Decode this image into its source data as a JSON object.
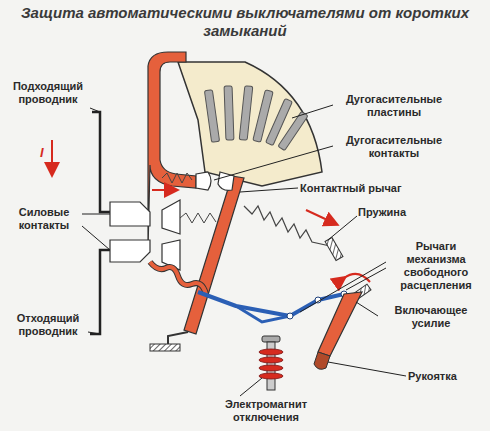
{
  "diagram": {
    "title": "Защита автоматическими выключателями от коротких замыканий",
    "labels": [
      "Подходящий проводник",
      "I",
      "Дугогасительные пластины",
      "Дугогасительные контакты",
      "Контактный рычаг",
      "Силовые контакты",
      "Пружина",
      "Рычаги механизма свободного расцепления",
      "Включающее усилие",
      "Отходящий проводник",
      "Рукоятка",
      "Электромагнит отключения"
    ]
  }
}
